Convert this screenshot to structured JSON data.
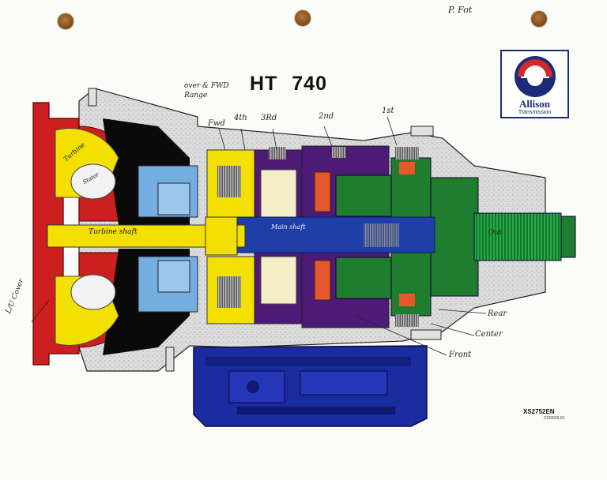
{
  "title": "HT 740",
  "logo": {
    "brand": "Allison",
    "sub": "Transmission",
    "colors": [
      "#1b2b7a",
      "#d22a2a"
    ]
  },
  "doc_code": "XS2752EN",
  "doc_subcode": "2120639.01",
  "handwritten": {
    "corner": "P. Fot",
    "over_fwd": "over & FWD",
    "over_fwd2": "Range",
    "fwd": "Fwd",
    "fourth": "4th",
    "third": "3Rd",
    "second": "2nd",
    "first": "1st",
    "rear": "Rear",
    "center": "Center",
    "front": "Front",
    "lockup": "L/U Cover",
    "turbine": "Turbine",
    "stator": "Stator",
    "turbine_shaft": "Turbine shaft",
    "main_shaft": "Main shaft",
    "output": "Out"
  },
  "colors": {
    "housing": "#d9d9d9",
    "converter": "#cc1f1f",
    "turbine": "#f4e000",
    "pump": "#0a0a0a",
    "shaft_blue": "#1e3ea8",
    "light_blue": "#74aee0",
    "purple": "#4d1a76",
    "cream": "#f5edc6",
    "green": "#1e7d2e",
    "orange": "#e4582a",
    "pan": "#1b2ba0"
  }
}
